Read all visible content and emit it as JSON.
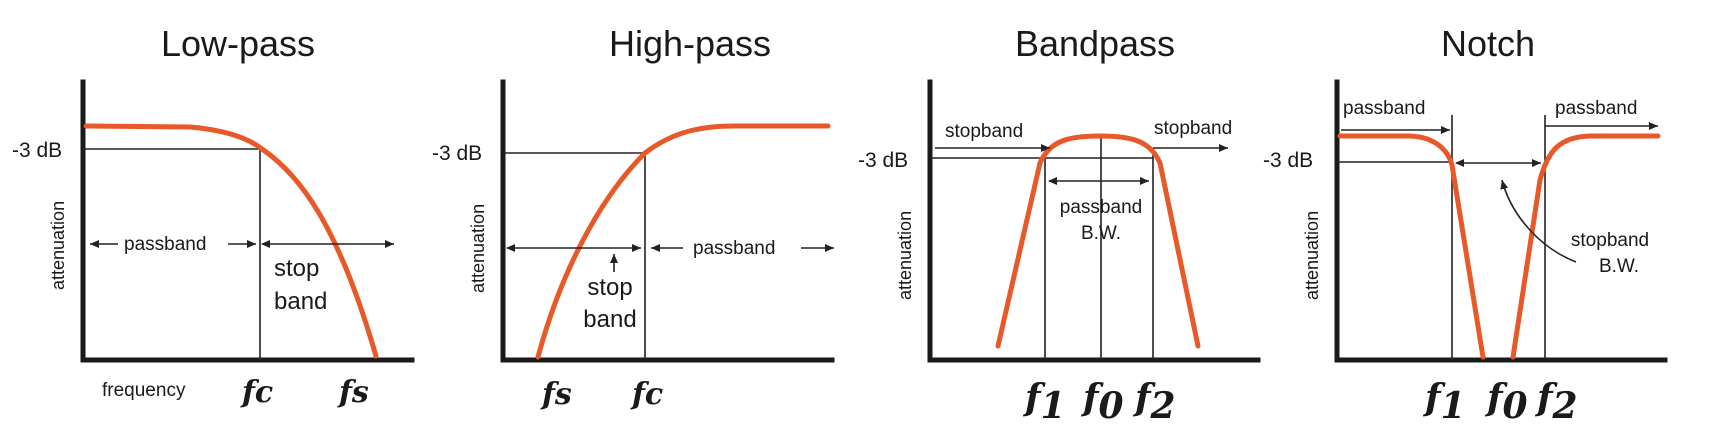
{
  "colors": {
    "curve": "#e8592a",
    "ink": "#1a1a1a"
  },
  "panels": {
    "lowpass": {
      "title": "Low-pass",
      "db_label": "-3 dB",
      "y_label": "attenuation",
      "x_label": "frequency",
      "passband": "passband",
      "stop_line1": "stop",
      "stop_line2": "band",
      "fc": "fc",
      "fs": "fs"
    },
    "highpass": {
      "title": "High-pass",
      "db_label": "-3 dB",
      "y_label": "attenuation",
      "passband": "passband",
      "stop_line1": "stop",
      "stop_line2": "band",
      "fs": "fs",
      "fc": "fc"
    },
    "bandpass": {
      "title": "Bandpass",
      "db_label": "-3 dB",
      "y_label": "attenuation",
      "stopband_left": "stopband",
      "stopband_right": "stopband",
      "passband_line1": "passband",
      "passband_line2": "B.W.",
      "f1": "f",
      "f1_sub": "1",
      "f0": "f",
      "f0_sub": "0",
      "f2": "f",
      "f2_sub": "2"
    },
    "notch": {
      "title": "Notch",
      "db_label": "-3 dB",
      "y_label": "attenuation",
      "passband_left": "passband",
      "passband_right": "passband",
      "stopband_line1": "stopband",
      "stopband_line2": "B.W.",
      "f1": "f",
      "f1_sub": "1",
      "f0": "f",
      "f0_sub": "0",
      "f2": "f",
      "f2_sub": "2"
    }
  }
}
